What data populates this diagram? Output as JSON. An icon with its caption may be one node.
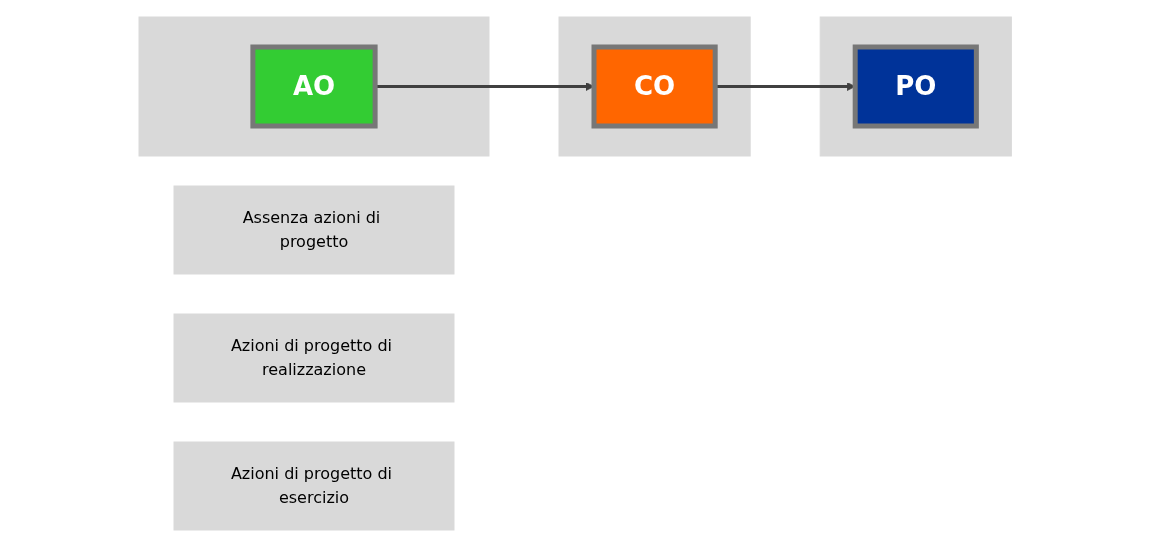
{
  "diagram": {
    "nodes": [
      {
        "text": [],
        "shape": "box"
      },
      {
        "text": [
          "AO"
        ],
        "in": 0
      },
      {
        "text": [],
        "shape": "box"
      },
      {
        "text": [
          "CO"
        ],
        "in": 2
      },
      {
        "text": [],
        "shape": "box"
      },
      {
        "text": [
          "PO"
        ],
        "in": 4
      },
      {
        "text": [
          "Assenza azioni di progetto"
        ]
      },
      {
        "text": [
          "Azioni di progetto di realizzazione"
        ]
      },
      {
        "text": [
          "Azioni di progetto di esercizio"
        ]
      }
    ],
    "edges": [
      {
        "from": 1,
        "to": 3,
        "arrow": "to"
      },
      {
        "from": 3,
        "to": 5,
        "arrow": "to"
      }
    ]
  }
}
